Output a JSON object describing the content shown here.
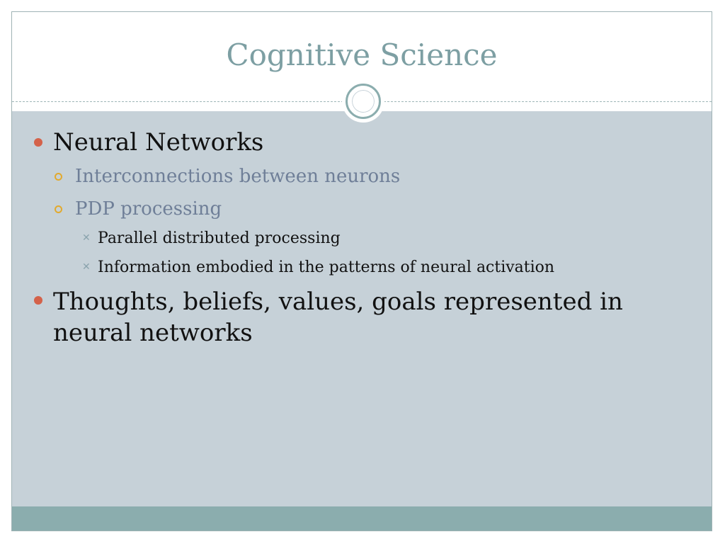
{
  "slide": {
    "title": "Cognitive Science",
    "bullets": [
      {
        "level": 1,
        "text": "Neural Networks"
      },
      {
        "level": 2,
        "text": "Interconnections between neurons"
      },
      {
        "level": 2,
        "text": "PDP processing"
      },
      {
        "level": 3,
        "text": "Parallel distributed processing"
      },
      {
        "level": 3,
        "text": "Information embodied in the patterns of neural activation"
      },
      {
        "level": 1,
        "text": "Thoughts, beliefs, values, goals represented in neural networks"
      }
    ],
    "icons": {
      "level1_marker": "filled-circle-bullet-icon",
      "level2_marker": "hollow-circle-bullet-icon",
      "level3_marker": "x-mark-bullet-icon",
      "title_ornament": "ring-ornament-icon"
    },
    "colors": {
      "title": "#7d9fa3",
      "content_background": "#c6d1d8",
      "footer_bar": "#8badae",
      "level1_bullet": "#d4624a",
      "level2_bullet": "#e2aa2e",
      "level2_text": "#6f7f98"
    }
  }
}
